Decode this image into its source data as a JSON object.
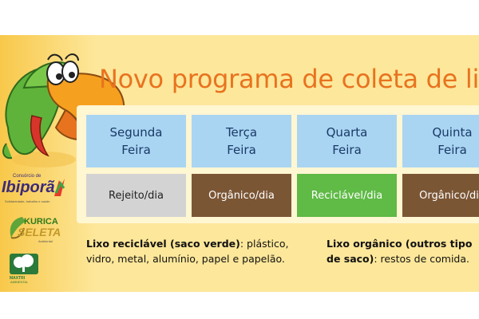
{
  "banner": {
    "title": "Novo programa de coleta de lixo d",
    "days": [
      "Segunda Feira",
      "Terça Feira",
      "Quarta Feira",
      "Quinta Feira"
    ],
    "types": [
      {
        "label": "Rejeito/dia",
        "color": "#d3d3d3",
        "text_color": "#222222"
      },
      {
        "label": "Orgânico/dia",
        "color": "#7b5635",
        "text_color": "#ffffff"
      },
      {
        "label": "Reciclável/dia",
        "color": "#5fba46",
        "text_color": "#ffffff"
      },
      {
        "label": "Orgânico/dia",
        "color": "#7b5635",
        "text_color": "#ffffff"
      }
    ],
    "recyclable_heading": "Lixo reciclável (saco verde)",
    "recyclable_text_1": ": plástico,",
    "recyclable_text_2": "vidro, metal, alumínio, papel e papelão.",
    "organic_heading_1": "Lixo orgânico (outros tipo",
    "organic_heading_2": "de saco)",
    "organic_text": ": restos de comida."
  },
  "logos": {
    "city_small": "Consórcio de",
    "city": "Ibiporã",
    "city_tagline": "Solidariedade, trabalho e saúde",
    "kurica_1": "KURICA",
    "kurica_2": "SELETA",
    "kurica_tagline": "Ambiental",
    "mascot_brand": "MAXTRI",
    "mascot_brand_sub": "AMBIENTAL"
  },
  "colors": {
    "banner_bg": "#fde79a",
    "title": "#e8731f",
    "day_cell": "#a9d5f2"
  }
}
